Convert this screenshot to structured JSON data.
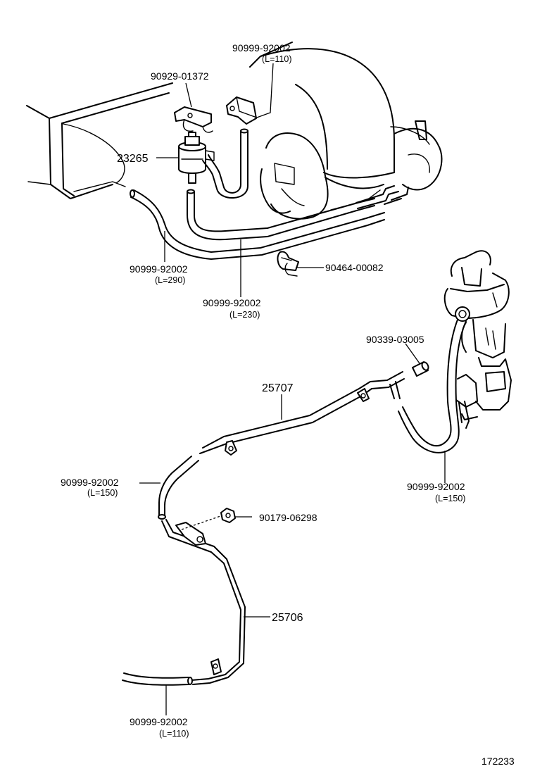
{
  "labels": {
    "hose_110_top": {
      "part": "90999-92002",
      "length": "(L=110)"
    },
    "clamp_top": {
      "part": "90929-01372"
    },
    "vsv": {
      "part": "23265"
    },
    "hose_290": {
      "part": "90999-92002",
      "length": "(L=290)"
    },
    "hose_230": {
      "part": "90999-92002",
      "length": "(L=230)"
    },
    "clip": {
      "part": "90464-00082"
    },
    "plug": {
      "part": "90339-03005"
    },
    "pipe_upper": {
      "part": "25707"
    },
    "hose_150_left": {
      "part": "90999-92002",
      "length": "(L=150)"
    },
    "hose_150_right": {
      "part": "90999-92002",
      "length": "(L=150)"
    },
    "nut": {
      "part": "90179-06298"
    },
    "pipe_lower": {
      "part": "25706"
    },
    "hose_110_bottom": {
      "part": "90999-92002",
      "length": "(L=110)"
    }
  },
  "figure_number": "172233"
}
